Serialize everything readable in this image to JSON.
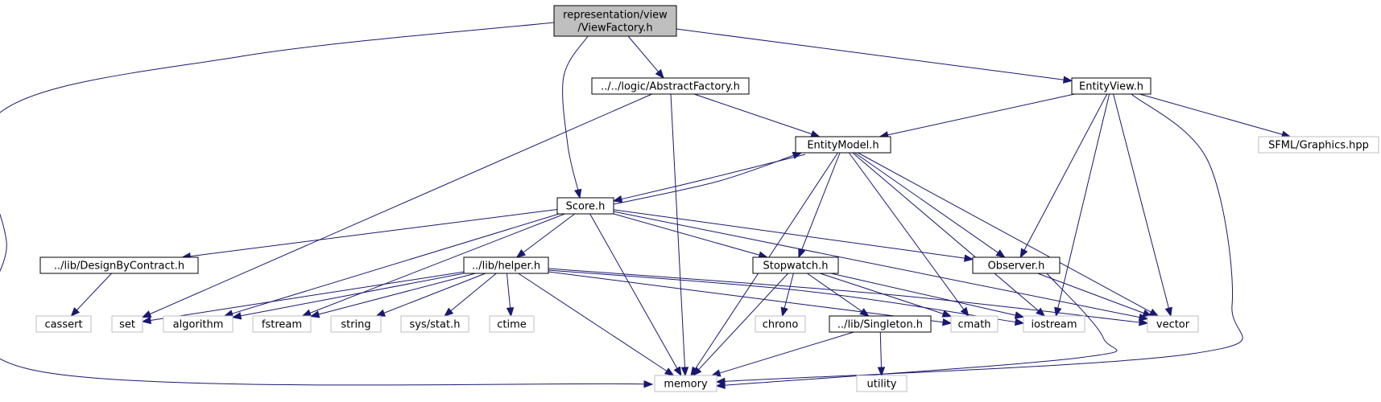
{
  "diagram": {
    "type": "include-dependency-graph",
    "colors": {
      "edge": "#191970",
      "root_fill": "#bfbfbf",
      "node_border": "#000000",
      "external_border": "#bfbfbf",
      "node_fill": "#ffffff"
    },
    "nodes": [
      {
        "id": "viewfactory",
        "lines": [
          "representation/view",
          "/ViewFactory.h"
        ],
        "kind": "root"
      },
      {
        "id": "abstractfactory",
        "lines": [
          "../../logic/AbstractFactory.h"
        ],
        "kind": "file"
      },
      {
        "id": "entityview",
        "lines": [
          "EntityView.h"
        ],
        "kind": "file"
      },
      {
        "id": "entitymodel",
        "lines": [
          "EntityModel.h"
        ],
        "kind": "file"
      },
      {
        "id": "sfml",
        "lines": [
          "SFML/Graphics.hpp"
        ],
        "kind": "external"
      },
      {
        "id": "score",
        "lines": [
          "Score.h"
        ],
        "kind": "file"
      },
      {
        "id": "designbycontract",
        "lines": [
          "../lib/DesignByContract.h"
        ],
        "kind": "file"
      },
      {
        "id": "helper",
        "lines": [
          "../lib/helper.h"
        ],
        "kind": "file"
      },
      {
        "id": "stopwatch",
        "lines": [
          "Stopwatch.h"
        ],
        "kind": "file"
      },
      {
        "id": "observer",
        "lines": [
          "Observer.h"
        ],
        "kind": "file"
      },
      {
        "id": "cassert",
        "lines": [
          "cassert"
        ],
        "kind": "external"
      },
      {
        "id": "set",
        "lines": [
          "set"
        ],
        "kind": "external"
      },
      {
        "id": "algorithm",
        "lines": [
          "algorithm"
        ],
        "kind": "external"
      },
      {
        "id": "fstream",
        "lines": [
          "fstream"
        ],
        "kind": "external"
      },
      {
        "id": "string",
        "lines": [
          "string"
        ],
        "kind": "external"
      },
      {
        "id": "sysstat",
        "lines": [
          "sys/stat.h"
        ],
        "kind": "external"
      },
      {
        "id": "ctime",
        "lines": [
          "ctime"
        ],
        "kind": "external"
      },
      {
        "id": "chrono",
        "lines": [
          "chrono"
        ],
        "kind": "external"
      },
      {
        "id": "singleton",
        "lines": [
          "../lib/Singleton.h"
        ],
        "kind": "file"
      },
      {
        "id": "cmath",
        "lines": [
          "cmath"
        ],
        "kind": "external"
      },
      {
        "id": "iostream",
        "lines": [
          "iostream"
        ],
        "kind": "external"
      },
      {
        "id": "vector",
        "lines": [
          "vector"
        ],
        "kind": "external"
      },
      {
        "id": "memory",
        "lines": [
          "memory"
        ],
        "kind": "external"
      },
      {
        "id": "utility",
        "lines": [
          "utility"
        ],
        "kind": "external"
      }
    ],
    "edges": [
      {
        "from": "viewfactory",
        "to": "memory"
      },
      {
        "from": "viewfactory",
        "to": "score"
      },
      {
        "from": "viewfactory",
        "to": "abstractfactory"
      },
      {
        "from": "viewfactory",
        "to": "entityview"
      },
      {
        "from": "abstractfactory",
        "to": "set"
      },
      {
        "from": "abstractfactory",
        "to": "memory"
      },
      {
        "from": "abstractfactory",
        "to": "entitymodel"
      },
      {
        "from": "entityview",
        "to": "entitymodel"
      },
      {
        "from": "entityview",
        "to": "sfml"
      },
      {
        "from": "entityview",
        "to": "observer"
      },
      {
        "from": "entityview",
        "to": "iostream"
      },
      {
        "from": "entityview",
        "to": "vector"
      },
      {
        "from": "entityview",
        "to": "memory"
      },
      {
        "from": "entitymodel",
        "to": "score"
      },
      {
        "from": "entitymodel",
        "to": "memory"
      },
      {
        "from": "entitymodel",
        "to": "stopwatch"
      },
      {
        "from": "entitymodel",
        "to": "cmath"
      },
      {
        "from": "entitymodel",
        "to": "iostream"
      },
      {
        "from": "entitymodel",
        "to": "observer"
      },
      {
        "from": "entitymodel",
        "to": "vector"
      },
      {
        "from": "score",
        "to": "entitymodel"
      },
      {
        "from": "score",
        "to": "designbycontract"
      },
      {
        "from": "score",
        "to": "helper"
      },
      {
        "from": "score",
        "to": "algorithm"
      },
      {
        "from": "score",
        "to": "fstream"
      },
      {
        "from": "score",
        "to": "memory"
      },
      {
        "from": "score",
        "to": "stopwatch"
      },
      {
        "from": "score",
        "to": "observer"
      },
      {
        "from": "score",
        "to": "vector"
      },
      {
        "from": "designbycontract",
        "to": "cassert"
      },
      {
        "from": "helper",
        "to": "set"
      },
      {
        "from": "helper",
        "to": "algorithm"
      },
      {
        "from": "helper",
        "to": "fstream"
      },
      {
        "from": "helper",
        "to": "string"
      },
      {
        "from": "helper",
        "to": "sysstat"
      },
      {
        "from": "helper",
        "to": "ctime"
      },
      {
        "from": "helper",
        "to": "memory"
      },
      {
        "from": "helper",
        "to": "cmath"
      },
      {
        "from": "helper",
        "to": "iostream"
      },
      {
        "from": "helper",
        "to": "vector"
      },
      {
        "from": "stopwatch",
        "to": "chrono"
      },
      {
        "from": "stopwatch",
        "to": "singleton"
      },
      {
        "from": "stopwatch",
        "to": "memory"
      },
      {
        "from": "stopwatch",
        "to": "cmath"
      },
      {
        "from": "stopwatch",
        "to": "iostream"
      },
      {
        "from": "singleton",
        "to": "memory"
      },
      {
        "from": "singleton",
        "to": "utility"
      },
      {
        "from": "observer",
        "to": "memory"
      },
      {
        "from": "observer",
        "to": "vector"
      }
    ]
  }
}
